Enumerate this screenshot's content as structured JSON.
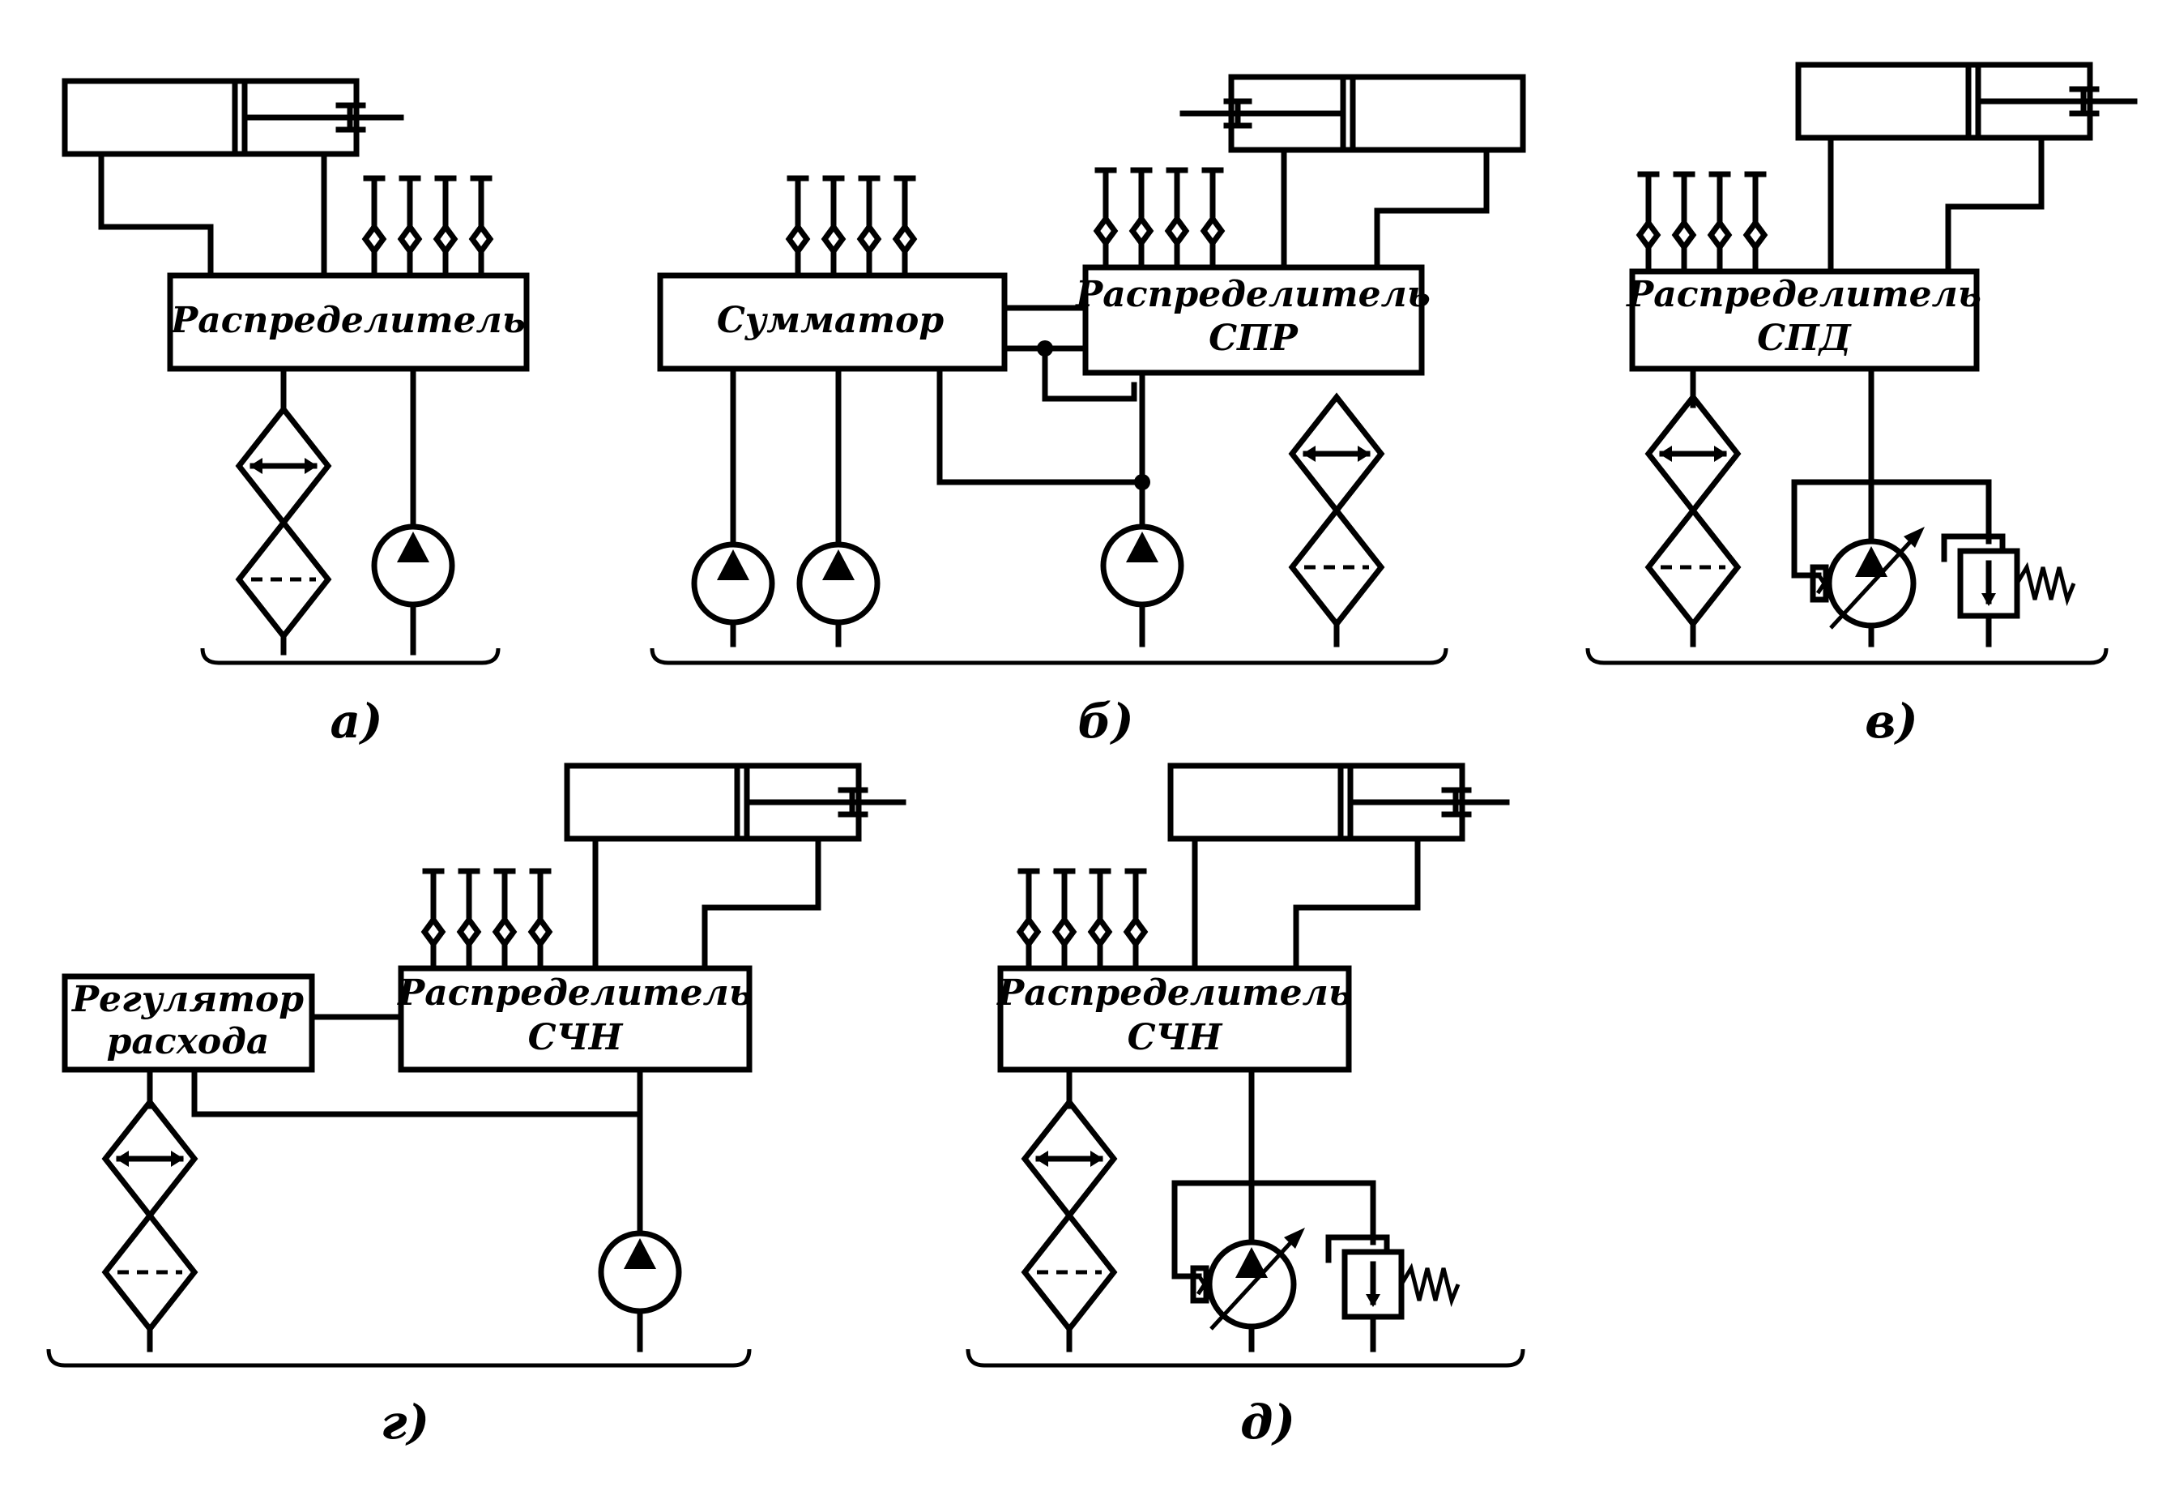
{
  "diagrams": {
    "a": {
      "caption": "а)",
      "distributor": "Распределитель"
    },
    "b": {
      "caption": "б)",
      "summator": "Сумматор",
      "distributor": "Распределитель",
      "distributor_sub": "СПР"
    },
    "v": {
      "caption": "в)",
      "distributor": "Распределитель",
      "distributor_sub": "СПД"
    },
    "g": {
      "caption": "г)",
      "regulator_line1": "Регулятор",
      "regulator_line2": "расхода",
      "distributor": "Распределитель",
      "distributor_sub": "СЧН"
    },
    "d": {
      "caption": "д)",
      "distributor": "Распределитель",
      "distributor_sub": "СЧН"
    }
  }
}
